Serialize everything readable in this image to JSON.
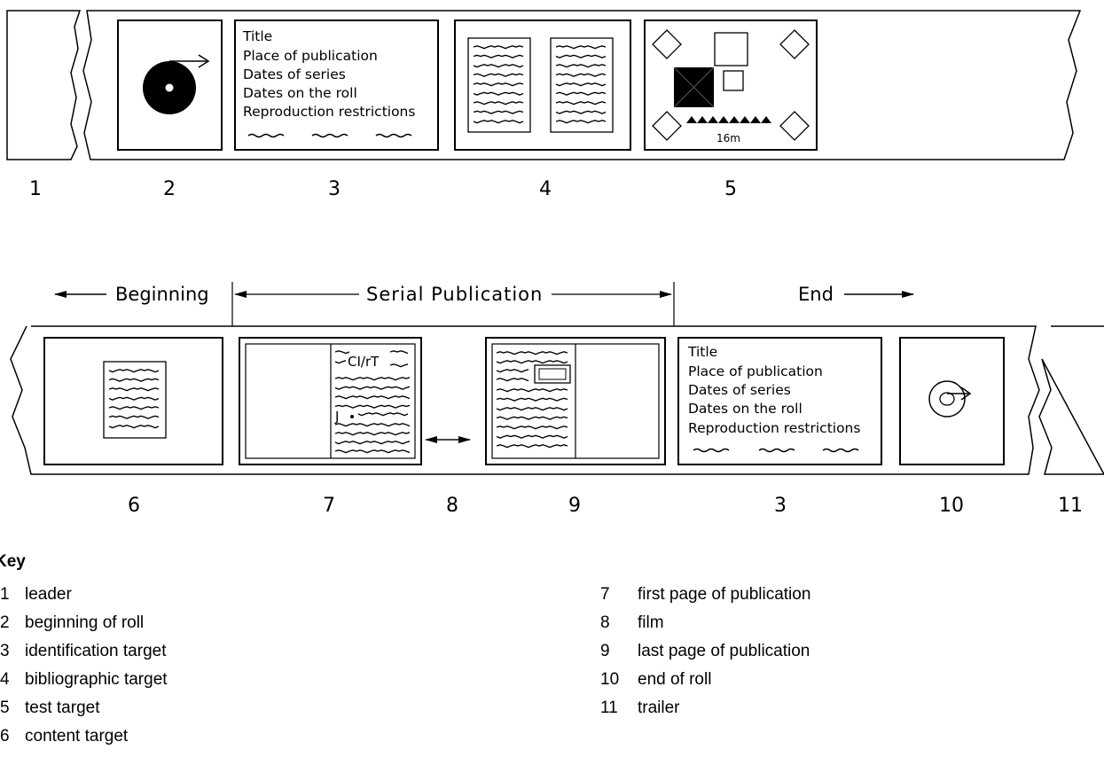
{
  "diagram": {
    "top_numbers": [
      "1",
      "2",
      "3",
      "4",
      "5"
    ],
    "bottom_numbers": [
      "6",
      "7",
      "8",
      "9",
      "3",
      "10",
      "11"
    ],
    "sections": {
      "beginning": "Beginning",
      "serial": "Serial Publication",
      "end": "End"
    },
    "bibliographic_target_lines": [
      "Title",
      "Place of publication",
      "Dates of series",
      "Dates on the roll",
      "Reproduction restrictions"
    ],
    "test_target_label": "16m"
  },
  "key": {
    "title": "Key",
    "left": [
      {
        "num": "1",
        "label": "leader"
      },
      {
        "num": "2",
        "label": "beginning of roll"
      },
      {
        "num": "3",
        "label": "identification target"
      },
      {
        "num": "4",
        "label": "bibliographic target"
      },
      {
        "num": "5",
        "label": "test target"
      },
      {
        "num": "6",
        "label": "content target"
      }
    ],
    "right": [
      {
        "num": "7",
        "label": "first page of publication"
      },
      {
        "num": "8",
        "label": "film"
      },
      {
        "num": "9",
        "label": "last page of publication"
      },
      {
        "num": "10",
        "label": "end of roll"
      },
      {
        "num": "11",
        "label": "trailer"
      }
    ]
  }
}
